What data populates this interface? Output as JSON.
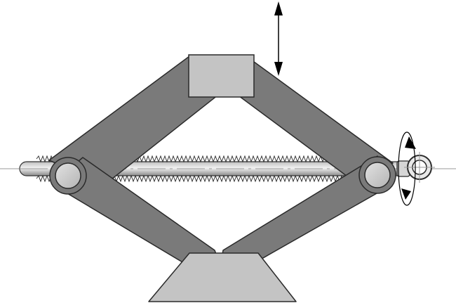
{
  "diagram": {
    "colors": {
      "background": "#ffffff",
      "arm": "#7a7a7a",
      "arm_stroke": "#2a2a2a",
      "block": "#c4c4c4",
      "pin": "#cfcfcf",
      "screw_light": "#eeeeee",
      "screw_dark": "#8a8a8a",
      "thread": "#333333",
      "centerline": "#9a9a9a",
      "arrow": "#000000"
    },
    "components": [
      {
        "id": "top-saddle",
        "icon": "rectangle-block"
      },
      {
        "id": "base-pedestal",
        "icon": "trapezoid-block"
      },
      {
        "id": "upper-left-arm",
        "icon": "link-arm"
      },
      {
        "id": "upper-right-arm",
        "icon": "link-arm"
      },
      {
        "id": "lower-left-arm",
        "icon": "link-arm"
      },
      {
        "id": "lower-right-arm",
        "icon": "link-arm"
      },
      {
        "id": "lead-screw",
        "icon": "threaded-rod"
      },
      {
        "id": "left-pivot",
        "icon": "pin-joint"
      },
      {
        "id": "right-pivot",
        "icon": "pin-joint"
      },
      {
        "id": "crank-eye",
        "icon": "ring-handle"
      },
      {
        "id": "lift-arrow",
        "icon": "double-arrow-vertical"
      },
      {
        "id": "rotation-arrow",
        "icon": "rotation-arrow"
      }
    ]
  }
}
